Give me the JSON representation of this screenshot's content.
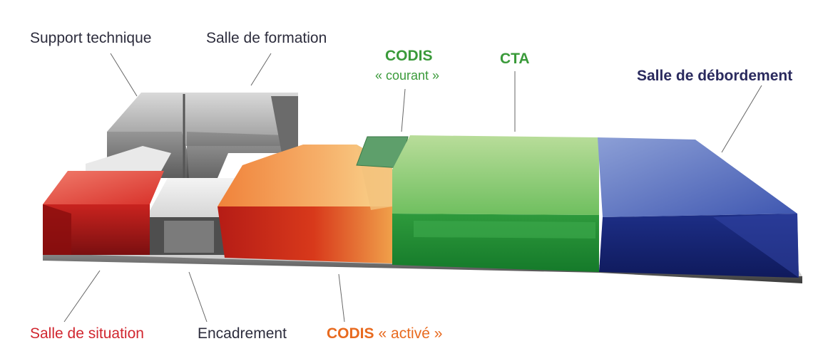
{
  "colors": {
    "navy": "#2a2a5e",
    "red": "#d1262f",
    "orange": "#e86a1f",
    "green": "#3a9a3a",
    "dark_text": "#2d2d3d"
  },
  "labels": {
    "support_technique": "Support technique",
    "salle_formation": "Salle de formation",
    "codis_courant_title": "CODIS",
    "codis_courant_sub": "« courant »",
    "cta": "CTA",
    "salle_debordement": "Salle de débordement",
    "salle_situation": "Salle de situation",
    "encadrement": "Encadrement",
    "codis_active_title": "CODIS",
    "codis_active_sub": "« activé »"
  }
}
